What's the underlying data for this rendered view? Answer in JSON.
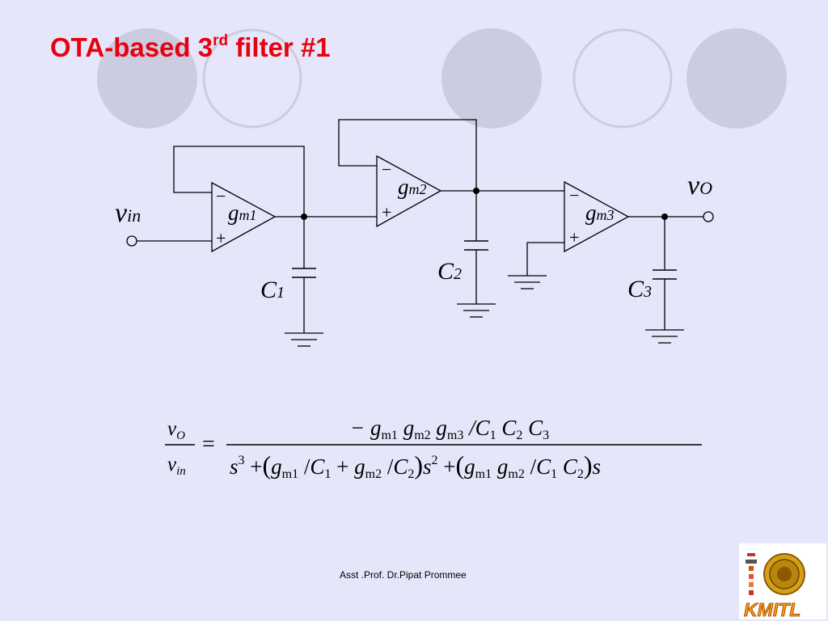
{
  "slide": {
    "title_main": "OTA-based 3",
    "title_sup": "rd",
    "title_rest": " filter #1",
    "footer": "Asst .Prof. Dr.Pipat Prommee",
    "accent_color": "#e8000f",
    "background_color": "#e6e6fa",
    "decor_circle_color": "#cccce0"
  },
  "circuit": {
    "input_label": {
      "base": "v",
      "sub": "in"
    },
    "output_label": {
      "base": "v",
      "sub": "O"
    },
    "otas": [
      {
        "base": "g",
        "sub": "m1",
        "minus": "−",
        "plus": "+"
      },
      {
        "base": "g",
        "sub": "m2",
        "minus": "−",
        "plus": "+"
      },
      {
        "base": "g",
        "sub": "m3",
        "minus": "−",
        "plus": "+"
      }
    ],
    "capacitors": [
      {
        "base": "C",
        "sub": "1"
      },
      {
        "base": "C",
        "sub": "2"
      },
      {
        "base": "C",
        "sub": "3"
      }
    ]
  },
  "formula": {
    "lhs_num": {
      "base": "v",
      "sub": "O"
    },
    "lhs_den": {
      "base": "v",
      "sub": "in"
    },
    "equals": "=",
    "numerator": [
      {
        "t": "− g",
        "s": "m1"
      },
      {
        "t": "g",
        "s": "m2"
      },
      {
        "t": "g",
        "s": "m3"
      },
      {
        "t": "/C",
        "s": "1"
      },
      {
        "t": "C",
        "s": "2"
      },
      {
        "t": "C",
        "s": "3"
      }
    ],
    "denominator": {
      "s3": "s",
      "exp3": "3",
      "plus1": "+",
      "open1": "(",
      "gm1": {
        "t": "g",
        "s": "m1"
      },
      "slash1": "/",
      "c1": {
        "t": "C",
        "s": "1"
      },
      "plus2": "+",
      "gm2": {
        "t": "g",
        "s": "m2"
      },
      "slash2": "/",
      "c2": {
        "t": "C",
        "s": "2"
      },
      "close1": ")",
      "s2": "s",
      "exp2": "2",
      "plus3": "+",
      "open2": "(",
      "gm1b": {
        "t": "g",
        "s": "m1"
      },
      "gm2b": {
        "t": "g",
        "s": "m2"
      },
      "slash3": "/",
      "c1b": {
        "t": "C",
        "s": "1"
      },
      "c2b": {
        "t": "C",
        "s": "2"
      },
      "close2": ")",
      "s1": "s"
    }
  },
  "logo": {
    "text": "KMITL"
  }
}
